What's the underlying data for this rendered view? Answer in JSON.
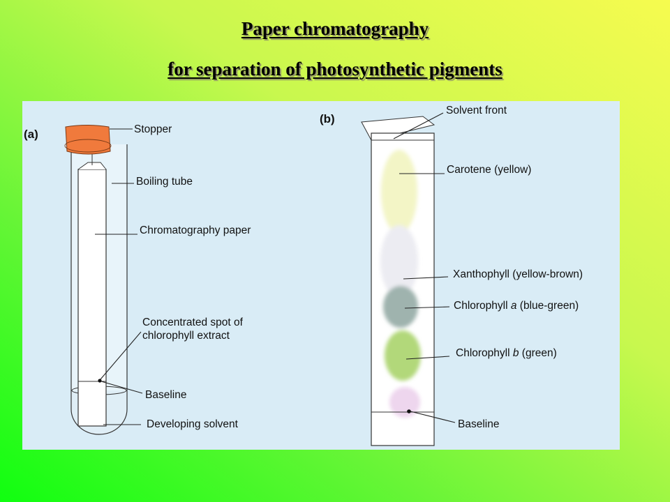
{
  "slide": {
    "title_line1": "Paper chromatography",
    "title_line2": "for separation of photosynthetic pigments"
  },
  "figure": {
    "panel_a": {
      "label": "(a)",
      "labels": {
        "stopper": "Stopper",
        "boiling_tube": "Boiling tube",
        "chromatography_paper": "Chromatography paper",
        "spot_line1": "Concentrated spot of",
        "spot_line2": "chlorophyll extract",
        "baseline": "Baseline",
        "developing_solvent": "Developing solvent"
      }
    },
    "panel_b": {
      "label": "(b)",
      "labels": {
        "solvent_front": "Solvent front",
        "carotene": "Carotene (yellow)",
        "xanthophyll": "Xanthophyll (yellow-brown)",
        "chlorophyll_a_prefix": "Chlorophyll ",
        "chlorophyll_a_letter": "a",
        "chlorophyll_a_suffix": " (blue-green)",
        "chlorophyll_b_prefix": "Chlorophyll ",
        "chlorophyll_b_letter": "b",
        "chlorophyll_b_suffix": " (green)",
        "baseline": "Baseline"
      }
    },
    "colors": {
      "stopper": "#f07a3c",
      "carotene": "#f3f5c6",
      "xanthophyll": "#ececf2",
      "chlorophyll_a": "#9fb3ae",
      "chlorophyll_b": "#b2d87a",
      "baseline_band": "#eed6ee"
    }
  }
}
